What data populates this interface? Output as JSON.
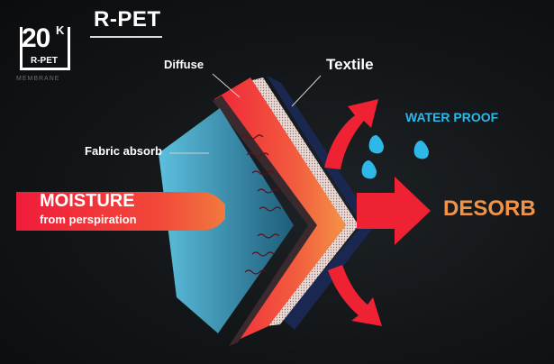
{
  "badge": {
    "number": "20",
    "suffix": "K",
    "sub": "R-PET",
    "caption": "MEMBRANE"
  },
  "brand": {
    "name": "R-PET"
  },
  "labels": {
    "diffuse": "Diffuse",
    "textile": "Textile",
    "fabric_absorb": "Fabric absorb",
    "water_proof": "WATER PROOF",
    "moisture": "MOISTURE",
    "moisture_sub": "from perspiration",
    "desorb": "DESORB"
  },
  "colors": {
    "red": "#ee2b3b",
    "orange": "#f0813f",
    "teal": "#3e9cc0",
    "water": "#29b6e6",
    "navy": "#1b2a52"
  }
}
